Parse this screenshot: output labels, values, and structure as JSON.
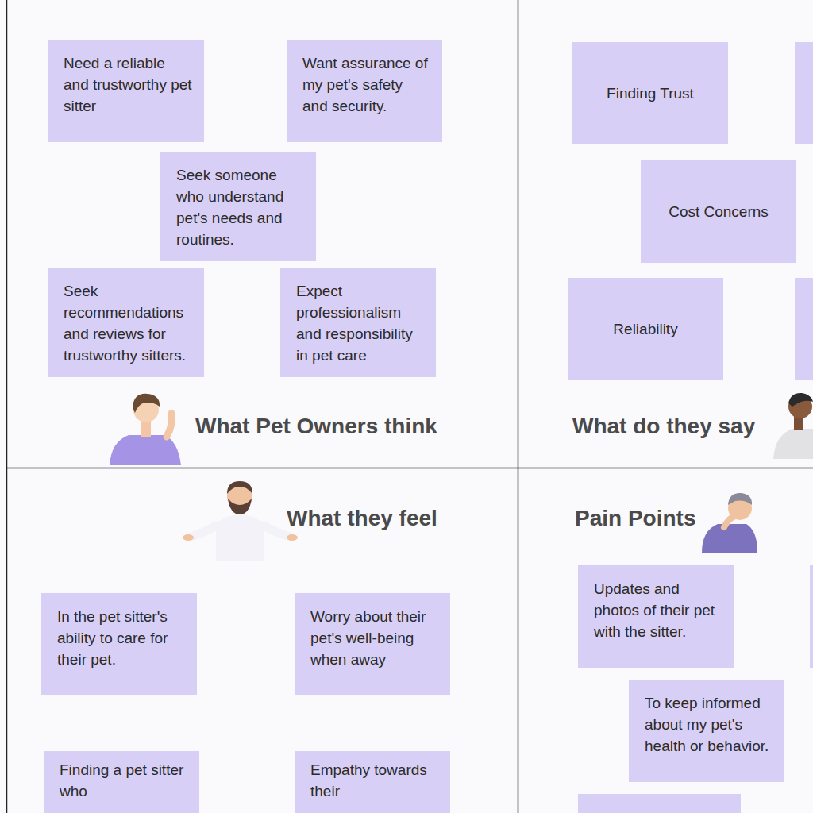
{
  "diagram": {
    "nodes": [
      {
        "text": [
          "What Pet Owners think"
        ]
      },
      {
        "text": [
          "Need a reliable and trustworthy pet sitter"
        ],
        "in": 0
      },
      {
        "text": [
          "Want assurance of my pet's safety and security."
        ],
        "in": 0
      },
      {
        "text": [
          "Seek someone who understand pet's needs and routines."
        ],
        "in": 0
      },
      {
        "text": [
          "Seek recommendations and reviews for trustworthy sitters."
        ],
        "in": 0
      },
      {
        "text": [
          "Expect professionalism and responsibility in pet care"
        ],
        "in": 0
      },
      {
        "text": [
          "What do they say"
        ]
      },
      {
        "text": [
          "Finding Trust"
        ],
        "in": 6
      },
      {
        "text": [
          "Cost Concerns"
        ],
        "in": 6
      },
      {
        "text": [
          "Reliability"
        ],
        "in": 6
      },
      {
        "text": [
          "What they feel"
        ]
      },
      {
        "text": [
          "In the pet sitter's ability to care for their pet."
        ],
        "in": 10
      },
      {
        "text": [
          "Worry about their pet's well-being when away"
        ],
        "in": 10
      },
      {
        "text": [
          "Finding a pet sitter who"
        ],
        "in": 10
      },
      {
        "text": [
          "Empathy towards their"
        ],
        "in": 10
      },
      {
        "text": [
          "Pain Points"
        ]
      },
      {
        "text": [
          "Updates and photos of their pet with the sitter."
        ],
        "in": 15
      },
      {
        "text": [
          "To keep informed about my pet's health or behavior."
        ],
        "in": 15
      }
    ]
  }
}
